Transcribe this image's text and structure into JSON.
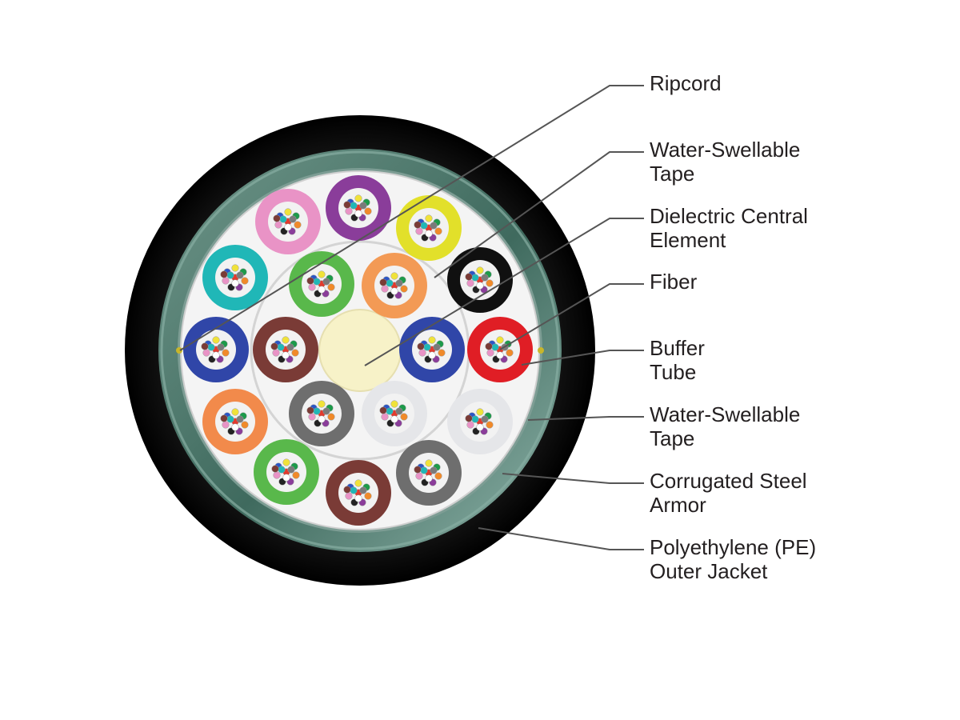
{
  "labels": {
    "ripcord": [
      "Ripcord"
    ],
    "ws_tape_outer": [
      "Water-Swellable",
      "Tape"
    ],
    "central_element": [
      "Dielectric Central",
      "Element"
    ],
    "fiber": [
      "Fiber"
    ],
    "buffer_tube": [
      "Buffer",
      "Tube"
    ],
    "ws_tape_inner": [
      "Water-Swellable",
      "Tape"
    ],
    "armor": [
      "Corrugated Steel",
      "Armor"
    ],
    "jacket": [
      "Polyethylene (PE)",
      "Outer Jacket"
    ]
  },
  "colors": {
    "jacket": "#0c0c0c",
    "armor": "#4f7b6e",
    "armor_highlight": "#88aea3",
    "tape": "#f4f4f4",
    "central_element": "#f7f2c8",
    "leader_line": "#555555",
    "label_text": "#231f20"
  },
  "buffer_tube_colors": {
    "outer_ring": [
      "#e993c6",
      "#8a3d9a",
      "#e2e02a",
      "#20b7b7",
      "#59b84b",
      "#f39a55",
      "#101010",
      "#3046a8",
      "#7a3b36",
      "#3046a8",
      "#e01e25",
      "#f28a4b",
      "#6e6e6e",
      "#e5e6e9",
      "#e5e6e9",
      "#59b84b",
      "#7a3b36",
      "#6e6e6e"
    ],
    "fiber_colors": [
      "#e23a2d",
      "#2a56c6",
      "#f0e23a",
      "#1d9a4a",
      "#f08a2a",
      "#8a3d9a",
      "#222222",
      "#e993c6",
      "#20b7b7",
      "#7a7a7a",
      "#ffffff",
      "#7a3b36"
    ]
  }
}
